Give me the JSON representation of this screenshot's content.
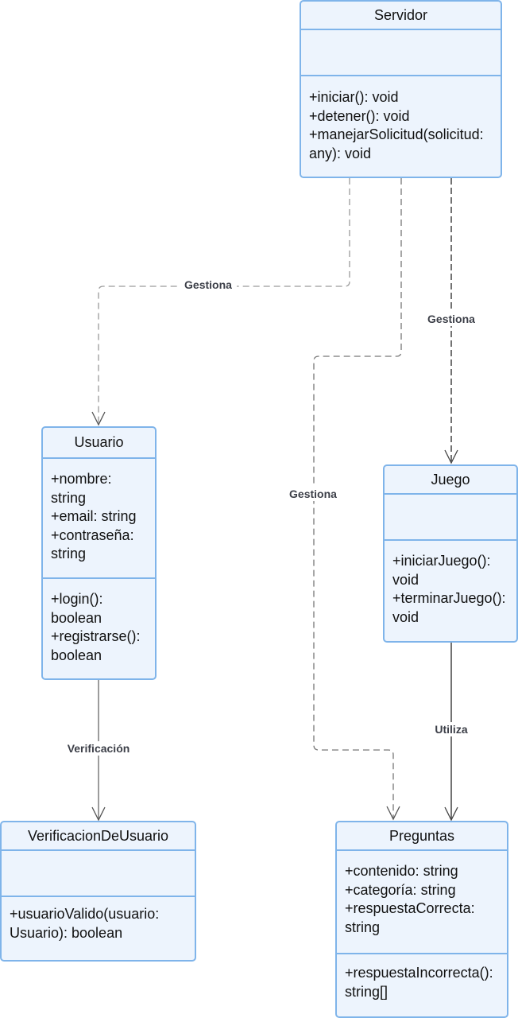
{
  "edges": {
    "servidor_usuario": "Gestiona",
    "servidor_juego": "Gestiona",
    "servidor_preguntas": "Gestiona",
    "usuario_verificacion": "Verificación",
    "juego_preguntas": "Utiliza"
  },
  "classes": {
    "servidor": {
      "name": "Servidor",
      "attributes": [],
      "methods": [
        "+iniciar(): void",
        "+detener(): void",
        "+manejarSolicitud(solicitud:",
        "any): void"
      ]
    },
    "usuario": {
      "name": "Usuario",
      "attributes": [
        "+nombre:",
        "string",
        "+email: string",
        "+contraseña:",
        "string"
      ],
      "methods": [
        "+login():",
        "boolean",
        "+registrarse():",
        "boolean"
      ]
    },
    "juego": {
      "name": "Juego",
      "attributes": [],
      "methods": [
        "+iniciarJuego():",
        "void",
        "+terminarJuego():",
        "void"
      ]
    },
    "verificacion": {
      "name": "VerificacionDeUsuario",
      "attributes": [],
      "methods": [
        "+usuarioValido(usuario:",
        "Usuario): boolean"
      ]
    },
    "preguntas": {
      "name": "Preguntas",
      "attributes": [
        "+contenido: string",
        "+categoría: string",
        "+respuestaCorrecta:",
        "string"
      ],
      "methods": [
        "+respuestaIncorrecta():",
        "string[]"
      ]
    }
  },
  "colors": {
    "border": "#7fb4ea",
    "fill": "#edf4fd",
    "edge": "#555555",
    "label": "#3c3f48"
  }
}
